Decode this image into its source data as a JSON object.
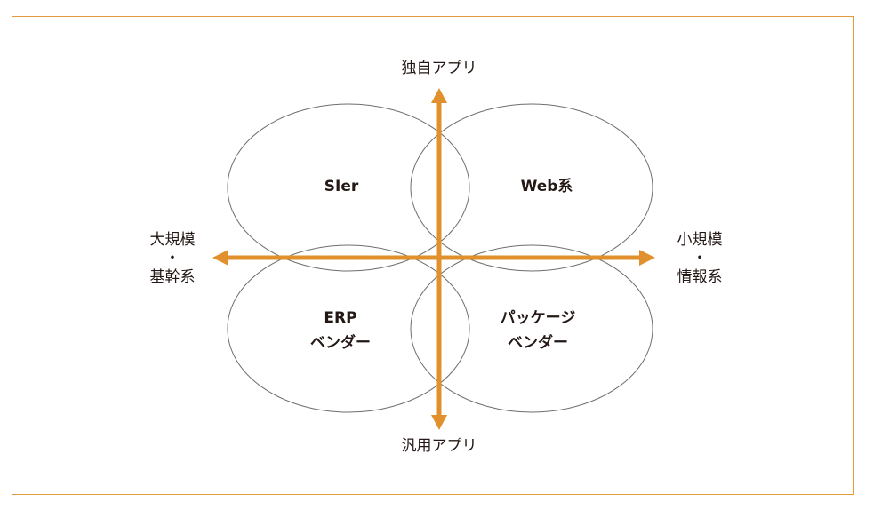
{
  "axes": {
    "top": "独自アプリ",
    "bottom": "汎用アプリ",
    "left": [
      "大規模",
      "・",
      "基幹系"
    ],
    "right": [
      "小規模",
      "・",
      "情報系"
    ]
  },
  "quadrants": {
    "top_left": [
      "SIer"
    ],
    "top_right": [
      "Web系"
    ],
    "bottom_left": [
      "ERP",
      "ベンダー"
    ],
    "bottom_right": [
      "パッケージ",
      "ベンダー"
    ]
  },
  "colors": {
    "accent": "#e0912e",
    "line": "#6e6e6e",
    "text": "#231815"
  }
}
